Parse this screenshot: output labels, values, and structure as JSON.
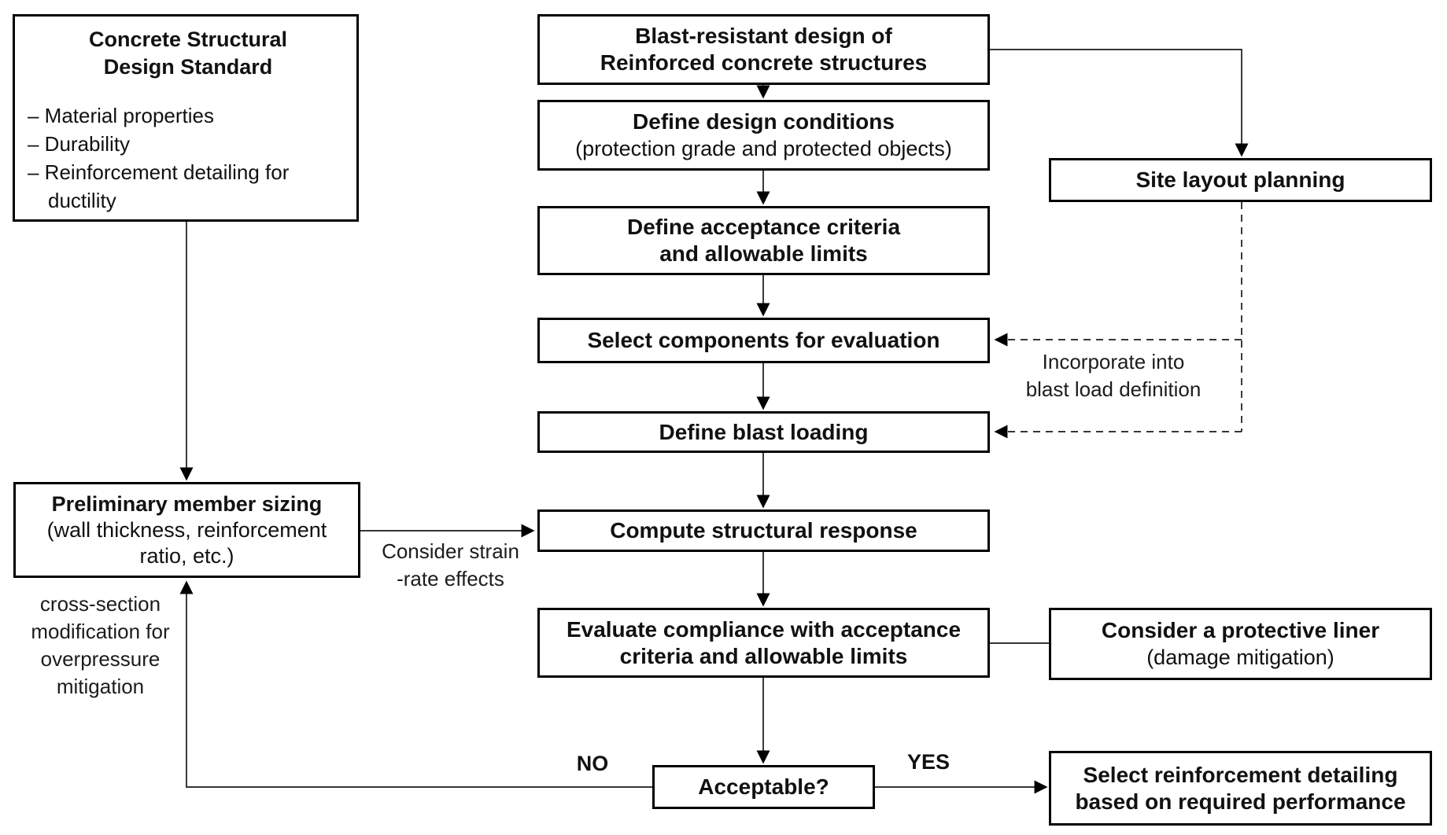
{
  "page": {
    "background": "#ffffff",
    "ink": "#000000"
  },
  "boxes": {
    "design_standard": {
      "title": [
        "Concrete Structural",
        "Design Standard"
      ],
      "bullets": [
        "– Material properties",
        "– Durability",
        "– Reinforcement detailing for",
        "ductility"
      ]
    },
    "blast_resistant": {
      "lines": [
        "Blast-resistant design of",
        "Reinforced concrete structures"
      ]
    },
    "design_conditions": {
      "title": "Define design conditions",
      "subtitle": "(protection grade and protected objects)"
    },
    "acceptance_criteria": {
      "lines": [
        "Define acceptance criteria",
        "and allowable limits"
      ]
    },
    "select_components": {
      "label": "Select components for evaluation"
    },
    "define_blast_loading": {
      "label": "Define blast loading"
    },
    "compute_response": {
      "label": "Compute structural response"
    },
    "evaluate_compliance": {
      "lines": [
        "Evaluate compliance with acceptance",
        "criteria and allowable limits"
      ]
    },
    "acceptable": {
      "label": "Acceptable?"
    },
    "site_layout": {
      "label": "Site layout planning"
    },
    "protective_liner": {
      "title": "Consider a protective liner",
      "subtitle": "(damage mitigation)"
    },
    "preliminary_sizing": {
      "title": "Preliminary member sizing",
      "subtitle": [
        "(wall thickness, reinforcement",
        "ratio, etc.)"
      ]
    },
    "select_reinforcement": {
      "lines": [
        "Select reinforcement detailing",
        "based on required performance"
      ]
    }
  },
  "annotations": {
    "decision_no": "NO",
    "decision_yes": "YES",
    "strain_rate": [
      "Consider strain",
      "-rate effects"
    ],
    "incorporate": [
      "Incorporate into",
      "blast load definition"
    ],
    "cross_section": [
      "cross-section",
      "modification for",
      "overpressure",
      "mitigation"
    ]
  }
}
